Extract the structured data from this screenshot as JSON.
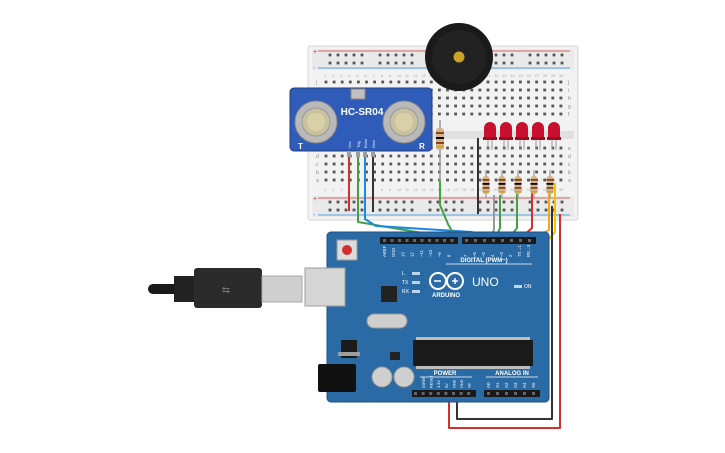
{
  "sensor": {
    "model": "HC-SR04",
    "left_mark": "T",
    "right_mark": "R",
    "pins": [
      "Vcc",
      "Trig",
      "Echo",
      "Gnd"
    ]
  },
  "board": {
    "brand": "ARDUINO",
    "model": "UNO",
    "digital_label": "DIGITAL (PWM~)",
    "power_label": "POWER",
    "analog_label": "ANALOG IN",
    "on_label": "ON",
    "led_labels": [
      "L",
      "TX",
      "RX"
    ],
    "header_left_labels": [
      "AREF",
      "GND",
      "13",
      "12",
      "~11",
      "~10",
      "~9",
      "8"
    ],
    "header_right_labels": [
      "7",
      "~6",
      "~5",
      "4",
      "~3",
      "2",
      "TX→1",
      "RX←0"
    ],
    "power_pins": [
      "IOREF",
      "RESET",
      "3.3V",
      "5V",
      "GND",
      "GND",
      "Vin"
    ],
    "analog_pins": [
      "A0",
      "A1",
      "A2",
      "A3",
      "A4",
      "A5"
    ]
  },
  "breadboard": {
    "col_count": 30,
    "row_letters_top": [
      "j",
      "i",
      "h",
      "g",
      "f"
    ],
    "row_letters_bottom": [
      "e",
      "d",
      "c",
      "b",
      "a"
    ]
  },
  "leds": {
    "count": 5,
    "color": "#c8102e"
  },
  "buzzer": {
    "color": "#1a1a1a"
  },
  "colors": {
    "red_wire": "#d32f2f",
    "black_wire": "#333333",
    "green_wire": "#43a047",
    "blue_wire": "#1e88e5",
    "orange_wire": "#f5a623",
    "yellow_wire": "#f2c500",
    "board_blue": "#2a6ba6"
  }
}
